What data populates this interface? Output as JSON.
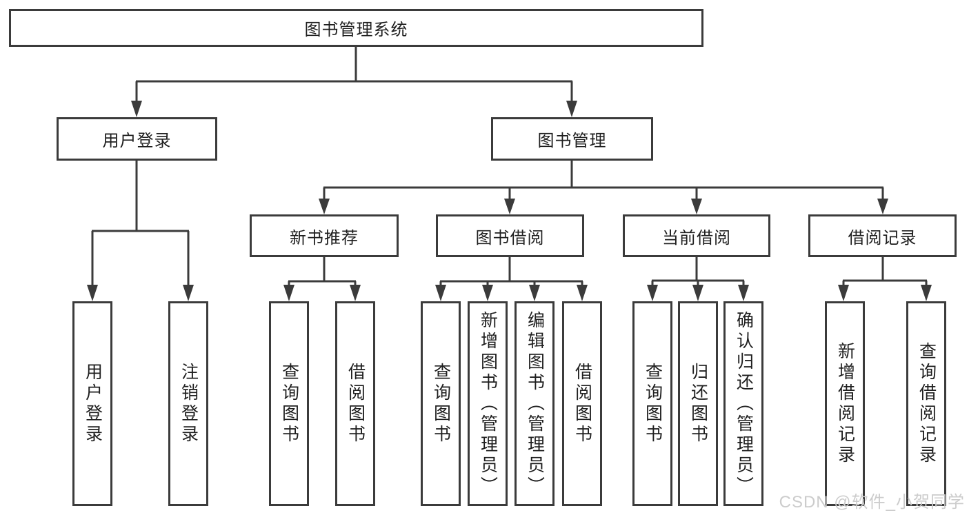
{
  "diagram": {
    "root": {
      "label": "图书管理系统"
    },
    "branches": [
      {
        "label": "用户登录",
        "children": [
          {
            "label": "用户登录"
          },
          {
            "label": "注销登录"
          }
        ]
      },
      {
        "label": "图书管理",
        "groups": [
          {
            "label": "新书推荐",
            "children": [
              {
                "label": "查询图书"
              },
              {
                "label": "借阅图书"
              }
            ]
          },
          {
            "label": "图书借阅",
            "children": [
              {
                "label": "查询图书"
              },
              {
                "label": "新增图书（管理员）"
              },
              {
                "label": "编辑图书（管理员）"
              },
              {
                "label": "借阅图书"
              }
            ]
          },
          {
            "label": "当前借阅",
            "children": [
              {
                "label": "查询图书"
              },
              {
                "label": "归还图书"
              },
              {
                "label": "确认归还（管理员）"
              }
            ]
          },
          {
            "label": "借阅记录",
            "children": [
              {
                "label": "新增借阅记录"
              },
              {
                "label": "查询借阅记录"
              }
            ]
          }
        ]
      }
    ]
  },
  "watermark": {
    "text": "CSDN @软件_小贺同学"
  },
  "colors": {
    "line": "#3b3b3b",
    "text": "#1f1f1f",
    "watermark": "#cccccc",
    "background": "#ffffff"
  }
}
